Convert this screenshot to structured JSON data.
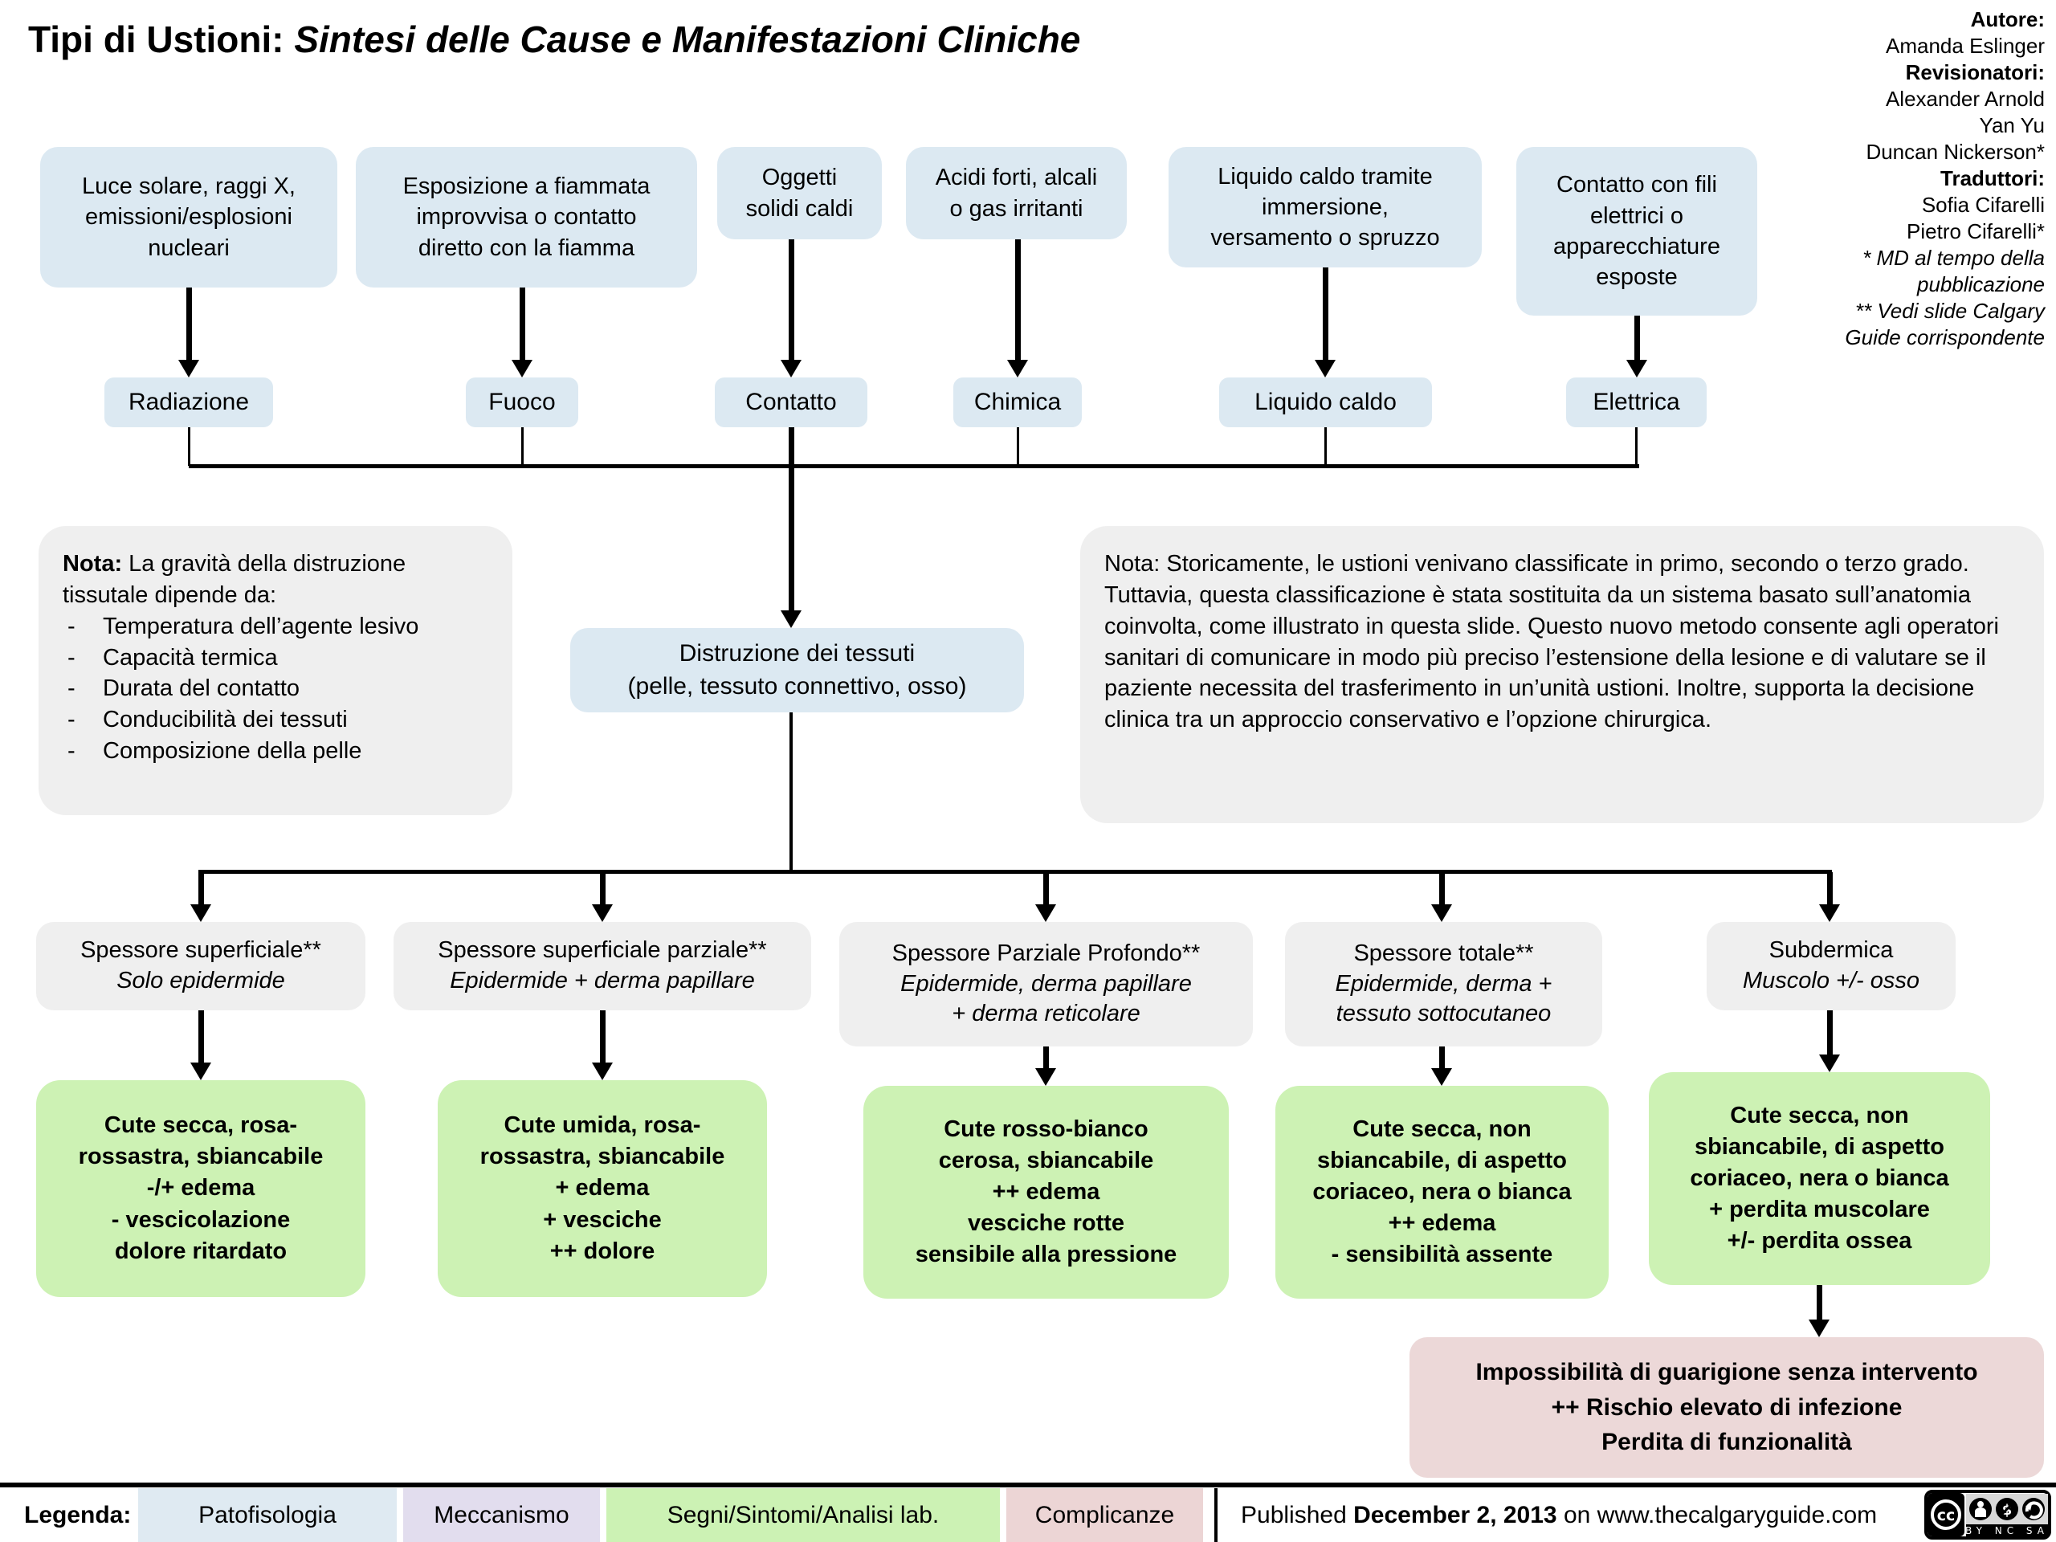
{
  "title": {
    "main": "Tipi di Ustioni: ",
    "italic": "Sintesi delle Cause e Manifestazioni Cliniche"
  },
  "credits": {
    "lines": [
      "Autore:",
      "Amanda Eslinger",
      "Revisionatori:",
      "Alexander Arnold",
      "Yan Yu",
      "Duncan Nickerson*",
      "Traduttori:",
      "Sofia Cifarelli",
      "Pietro Cifarelli*",
      "* MD al tempo della\npubblicazione",
      "** Vedi slide Calgary\nGuide corrispondente"
    ]
  },
  "causes": [
    "Luce solare, raggi X,\nemissioni/esplosioni\nnucleari",
    "Esposizione a fiammata\nimprovvisa o contatto\ndiretto con la fiamma",
    "Oggetti\nsolidi caldi",
    "Acidi forti, alcali\no gas irritanti",
    "Liquido caldo tramite\nimmersione,\nversamento o spruzzo",
    "Contatto con fili\nelettrici o\napparecchiature\nesposte"
  ],
  "types": [
    "Radiazione",
    "Fuoco",
    "Contatto",
    "Chimica",
    "Liquido caldo",
    "Elettrica"
  ],
  "notes": {
    "left": {
      "prefix": "Nota:",
      "intro": " La gravità della distruzione tissutale dipende da:",
      "items": [
        "Temperatura dell’agente lesivo",
        "Capacità termica",
        "Durata del contatto",
        "Conducibilità dei tessuti",
        "Composizione della pelle"
      ]
    },
    "right": "Nota: Storicamente, le ustioni venivano classificate in primo, secondo o terzo grado. Tuttavia, questa classificazione è stata sostituita da un sistema basato sull’anatomia coinvolta, come illustrato in questa slide. Questo nuovo metodo consente agli operatori sanitari di comunicare in modo più preciso l’estensione della lesione e di valutare se il paziente necessita del trasferimento in un’unità ustioni. Inoltre, supporta la decisione clinica tra un approccio conservativo e l’opzione chirurgica."
  },
  "destruction": "Distruzione dei tessuti\n(pelle, tessuto connettivo, osso)",
  "layers": [
    {
      "title": "Spessore superficiale**",
      "subtitle": "Solo epidermide"
    },
    {
      "title": "Spessore superficiale parziale**",
      "subtitle": "Epidermide + derma papillare"
    },
    {
      "title": "Spessore Parziale Profondo**",
      "subtitle": "Epidermide, derma papillare\n+ derma reticolare"
    },
    {
      "title": "Spessore totale**",
      "subtitle": "Epidermide, derma +\ntessuto sottocutaneo"
    },
    {
      "title": "Subdermica",
      "subtitle": "Muscolo +/- osso"
    }
  ],
  "findings": [
    "Cute secca, rosa-\nrossastra, sbiancabile\n-/+ edema\n- vescicolazione\ndolore ritardato",
    "Cute umida, rosa-\nrossastra, sbiancabile\n+ edema\n+ vesciche\n++ dolore",
    "Cute rosso-bianco\ncerosa, sbiancabile\n++ edema\nvesciche rotte\nsensibile alla pressione",
    "Cute secca, non\nsbiancabile, di aspetto\ncoriaceo, nera o bianca\n++ edema\n- sensibilità assente",
    "Cute secca, non\nsbiancabile, di aspetto\ncoriaceo, nera o bianca\n+ perdita muscolare\n+/- perdita ossea"
  ],
  "complication": "Impossibilità di guarigione senza intervento\n++ Rischio elevato di infezione\nPerdita di funzionalità",
  "footer": {
    "legend_label": "Legenda:",
    "legend_items": [
      {
        "label": "Patofisologia",
        "color": "#dfeaf2"
      },
      {
        "label": "Meccanismo",
        "color": "#e2ddee"
      },
      {
        "label": "Segni/Sintomi/Analisi lab.",
        "color": "#ccf2b4"
      },
      {
        "label": "Complicanze",
        "color": "#ecd5d5"
      }
    ],
    "published_prefix": "Published ",
    "published_date": "December 2, 2013",
    "published_suffix": " on www.thecalgaryguide.com",
    "license": "BY NC SA"
  },
  "colors": {
    "pathophysiology_blue": "#dce9f2",
    "mechanism_purple": "#e2ddee",
    "signs_green": "#cdf2b4",
    "complications_pink": "#ecd8d8",
    "neutral_gray": "#efefef"
  }
}
